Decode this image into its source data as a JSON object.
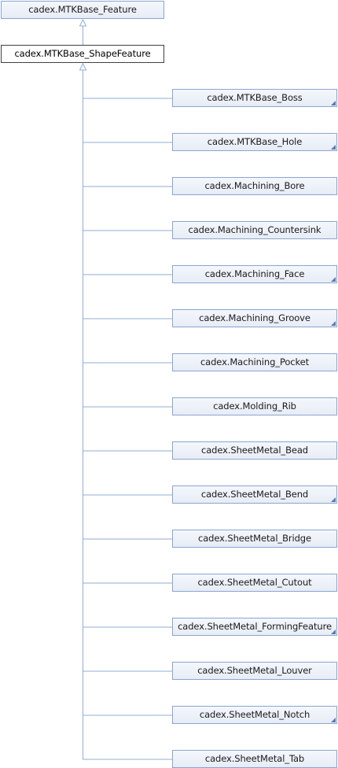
{
  "colors": {
    "edge": "#8faed6",
    "node_border": "#8ca5cf",
    "current_border": "#404040"
  },
  "base_class": "cadex.MTKBase_Feature",
  "current_class": "cadex.MTKBase_ShapeFeature",
  "derived_classes": [
    {
      "label": "cadex.MTKBase_Boss",
      "folded": true
    },
    {
      "label": "cadex.MTKBase_Hole",
      "folded": true
    },
    {
      "label": "cadex.Machining_Bore",
      "folded": false
    },
    {
      "label": "cadex.Machining_Countersink",
      "folded": false
    },
    {
      "label": "cadex.Machining_Face",
      "folded": true
    },
    {
      "label": "cadex.Machining_Groove",
      "folded": true
    },
    {
      "label": "cadex.Machining_Pocket",
      "folded": false
    },
    {
      "label": "cadex.Molding_Rib",
      "folded": false
    },
    {
      "label": "cadex.SheetMetal_Bead",
      "folded": false
    },
    {
      "label": "cadex.SheetMetal_Bend",
      "folded": true
    },
    {
      "label": "cadex.SheetMetal_Bridge",
      "folded": false
    },
    {
      "label": "cadex.SheetMetal_Cutout",
      "folded": false
    },
    {
      "label": "cadex.SheetMetal_FormingFeature",
      "folded": true
    },
    {
      "label": "cadex.SheetMetal_Louver",
      "folded": false
    },
    {
      "label": "cadex.SheetMetal_Notch",
      "folded": true
    },
    {
      "label": "cadex.SheetMetal_Tab",
      "folded": false
    }
  ]
}
